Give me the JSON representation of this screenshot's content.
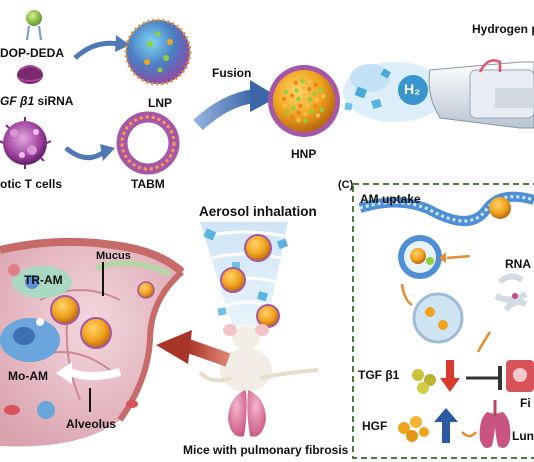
{
  "labels": {
    "dop_deda": "DOP-DEDA",
    "tgf_sirna_italic": "GF β1",
    "tgf_sirna_rest": " siRNA",
    "lnp": "LNP",
    "cells": "otic T cells",
    "tabm": "TABM",
    "fusion": "Fusion",
    "hnp": "HNP",
    "hydrogen": "Hydrogen p",
    "h2": "H₂",
    "panel_c": "(C)",
    "am_uptake": "AM uptake",
    "rna_r": "RNA r",
    "aerosol": "Aerosol inhalation",
    "mucus": "Mucus",
    "tr_am": "TR-AM",
    "mo_am": "Mo-AM",
    "alveolus": "Alveolus",
    "mice": "Mice with pulmonary fibrosis",
    "tgf_b1": "TGF β1",
    "hgf": "HGF",
    "fi": "Fi",
    "lun": "Lun"
  },
  "colors": {
    "arrow_blue": "#4f79b5",
    "arrow_red": "#b8443a",
    "dash_green": "#4a7c3a",
    "inhibit": "#333333",
    "up_blue": "#2c5aa0",
    "down_red": "#d93a2b",
    "vessel_red": "#c66a6a",
    "hnp_orange": "#f0a31e",
    "tabm_purple": "#a857a6"
  }
}
